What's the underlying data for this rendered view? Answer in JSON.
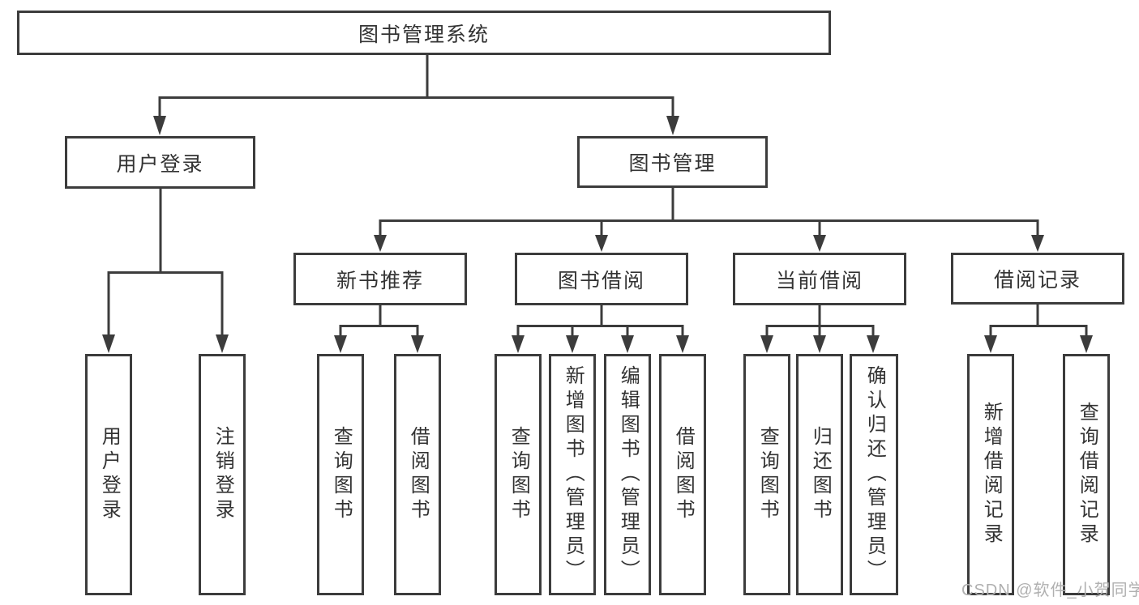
{
  "diagram": {
    "title": "图书管理系统",
    "branches": [
      {
        "label": "用户登录",
        "children": [
          {
            "label": "用户登录"
          },
          {
            "label": "注销登录"
          }
        ]
      },
      {
        "label": "图书管理",
        "children": [
          {
            "label": "新书推荐",
            "children": [
              {
                "label": "查询图书"
              },
              {
                "label": "借阅图书"
              }
            ]
          },
          {
            "label": "图书借阅",
            "children": [
              {
                "label": "查询图书"
              },
              {
                "label": "新增图书（管理员）"
              },
              {
                "label": "编辑图书（管理员）"
              },
              {
                "label": "借阅图书"
              }
            ]
          },
          {
            "label": "当前借阅",
            "children": [
              {
                "label": "查询图书"
              },
              {
                "label": "归还图书"
              },
              {
                "label": "确认归还（管理员）"
              }
            ]
          },
          {
            "label": "借阅记录",
            "children": [
              {
                "label": "新增借阅记录"
              },
              {
                "label": "查询借阅记录"
              }
            ]
          }
        ]
      }
    ]
  },
  "watermark": {
    "text": "CSDN @软件_小贺同学"
  },
  "colors": {
    "line": "#3c3c3c",
    "text": "#333333",
    "background": "#ffffff",
    "watermark": "#b0b0b0"
  }
}
